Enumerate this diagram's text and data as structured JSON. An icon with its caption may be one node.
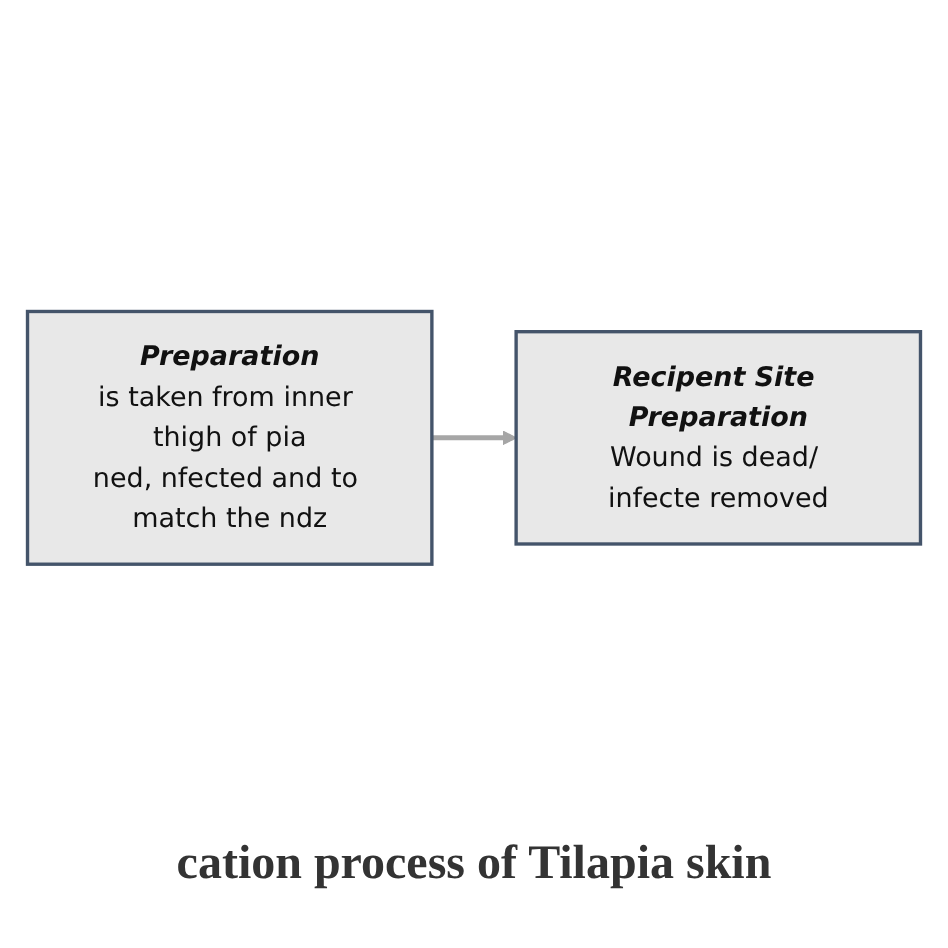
{
  "diagram": {
    "caption": "cation process of Tilapia skin",
    "nodes": [
      {
        "text": [
          "Preparation",
          "is taken from inner thigh of pia",
          "ned, nfected and to match the ndz"
        ]
      },
      {
        "text": [
          "Recipent Site Preparation",
          "Wound is dead/ infecte removed"
        ]
      }
    ],
    "edges": [
      {
        "from": 0,
        "to": 1,
        "arrow": "to"
      }
    ]
  }
}
